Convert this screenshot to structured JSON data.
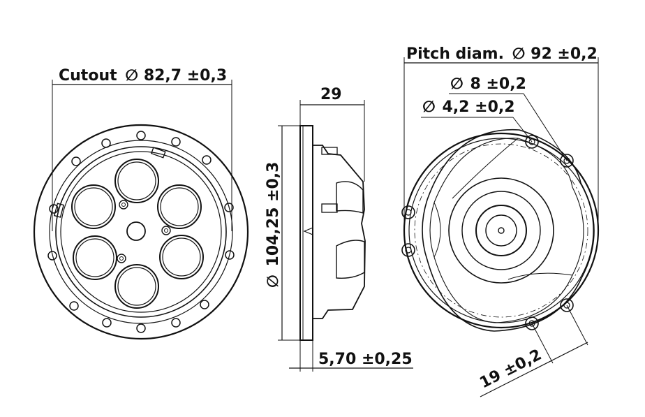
{
  "labels": {
    "cutout": "Cutout",
    "cutout_value": "82,7 ±0,3",
    "depth_value": "29",
    "flange_diam_value": "104,25 ±0,3",
    "flange_thickness_value": "5,70 ±0,25",
    "pitch": "Pitch diam.",
    "pitch_value": "92 ±0,2",
    "hole_large_value": "8 ±0,2",
    "hole_small_value": "4,2 ±0,2",
    "spacing_value": "19 ±0,2"
  },
  "symbols": {
    "diameter": "∅"
  }
}
